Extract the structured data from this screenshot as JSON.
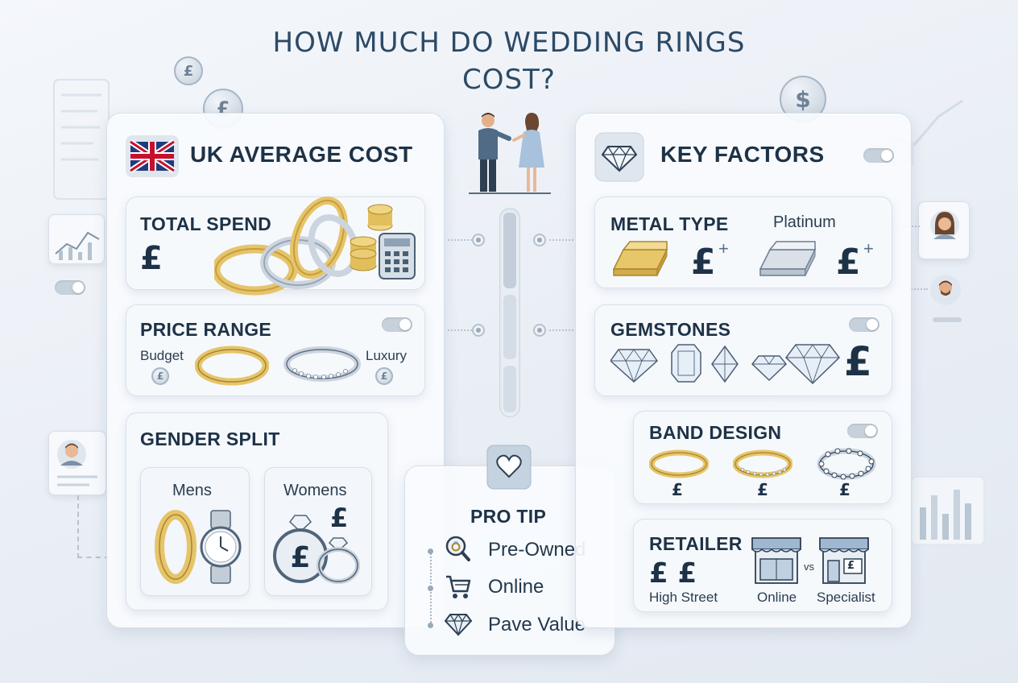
{
  "title_line1": "HOW MUCH DO WEDDING RINGS",
  "title_line2": "COST?",
  "left_panel": {
    "heading": "UK AVERAGE COST",
    "total_spend": {
      "label": "TOTAL SPEND",
      "symbol": "£"
    },
    "price_range": {
      "label": "PRICE RANGE",
      "low": "Budget",
      "high": "Luxury",
      "coin_symbol": "£"
    },
    "gender_split": {
      "label": "GENDER SPLIT",
      "mens": "Mens",
      "womens": "Womens",
      "symbol": "£"
    }
  },
  "pro_tip": {
    "label": "PRO TIP",
    "items": [
      "Pre-Owned",
      "Online",
      "Pave Value"
    ]
  },
  "right_panel": {
    "heading": "KEY FACTORS",
    "metal_type": {
      "label": "METAL TYPE",
      "option": "Platinum",
      "symbol": "£",
      "plus": "+"
    },
    "gemstones": {
      "label": "GEMSTONES",
      "symbol": "£"
    },
    "band_design": {
      "label": "BAND DESIGN",
      "symbol": "£"
    },
    "retailer": {
      "label": "RETAILER",
      "symbols": "£ £",
      "high_street": "High Street",
      "online": "Online",
      "vs": "vs",
      "specialist": "Specialist",
      "shop_symbol": "£"
    }
  },
  "coins": {
    "pound": "£",
    "dollar": "$"
  },
  "colors": {
    "accent": "#1d3247",
    "gold": "#e8c76a",
    "silver": "#c9d2dc",
    "panel": "#f7fafd"
  }
}
